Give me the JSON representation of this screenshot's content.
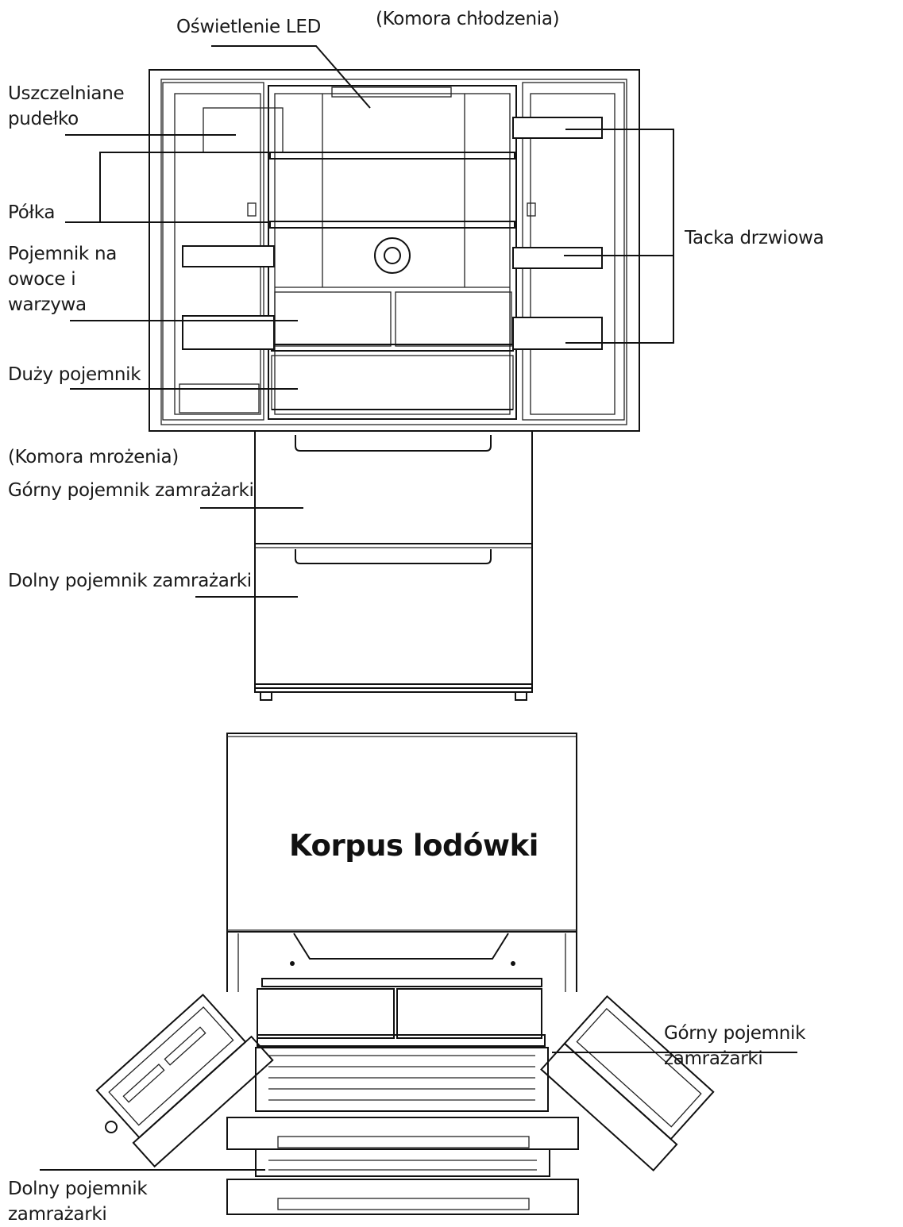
{
  "fridge": {
    "led_label": "Oświetlenie LED",
    "cooling_label": "(Komora chłodzenia)",
    "sealed_box_label": "Uszczelniane\npudełko",
    "shelf_label": "Półka",
    "fruit_veg_label": "Pojemnik na\nowoce i\nwarzywa",
    "large_container_label": "Duży pojemnik",
    "door_tray_label": "Tacka drzwiowa",
    "freezer_section_label": "(Komora mrożenia)",
    "upper_freezer_label": "Górny pojemnik zamrażarki",
    "lower_freezer_label": "Dolny pojemnik zamrażarki"
  },
  "cabinet": {
    "body_label": "Korpus lodówki",
    "upper_freezer_label": "Górny pojemnik zamrażarki",
    "lower_freezer_label": "Dolny pojemnik\nzamrażarki"
  }
}
